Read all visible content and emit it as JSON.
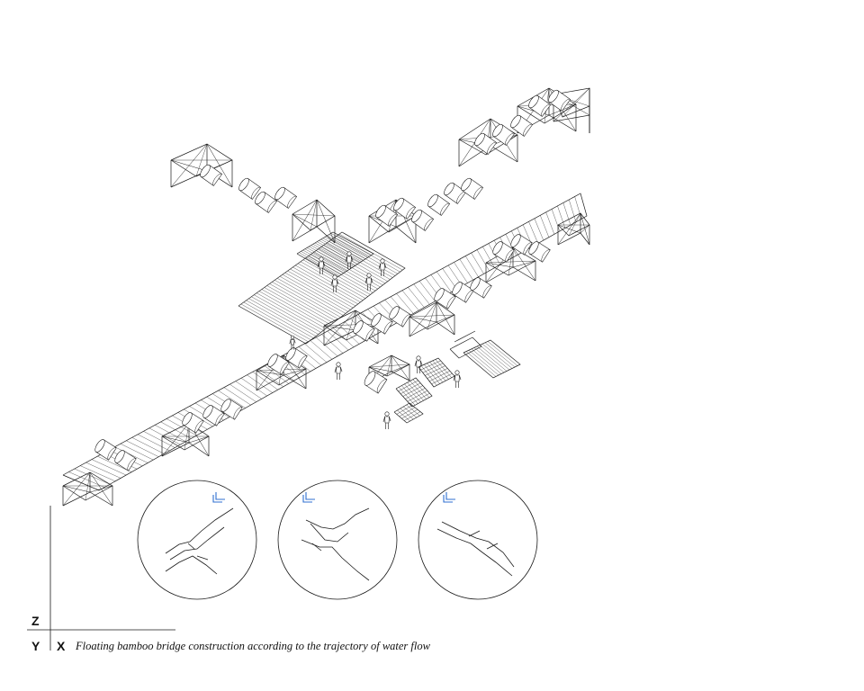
{
  "caption": "Floating bamboo bridge construction according to the trajectory of water flow",
  "axes": {
    "z": "Z",
    "y": "Y",
    "x": "X"
  },
  "colors": {
    "ink": "#1a1a1a",
    "accent": "#2f6fd0",
    "background": "#ffffff"
  },
  "insets": [
    {
      "name": "flow-inset-1",
      "arrow": "top-right"
    },
    {
      "name": "flow-inset-2",
      "arrow": "top-left"
    },
    {
      "name": "flow-inset-3",
      "arrow": "top-left"
    }
  ]
}
